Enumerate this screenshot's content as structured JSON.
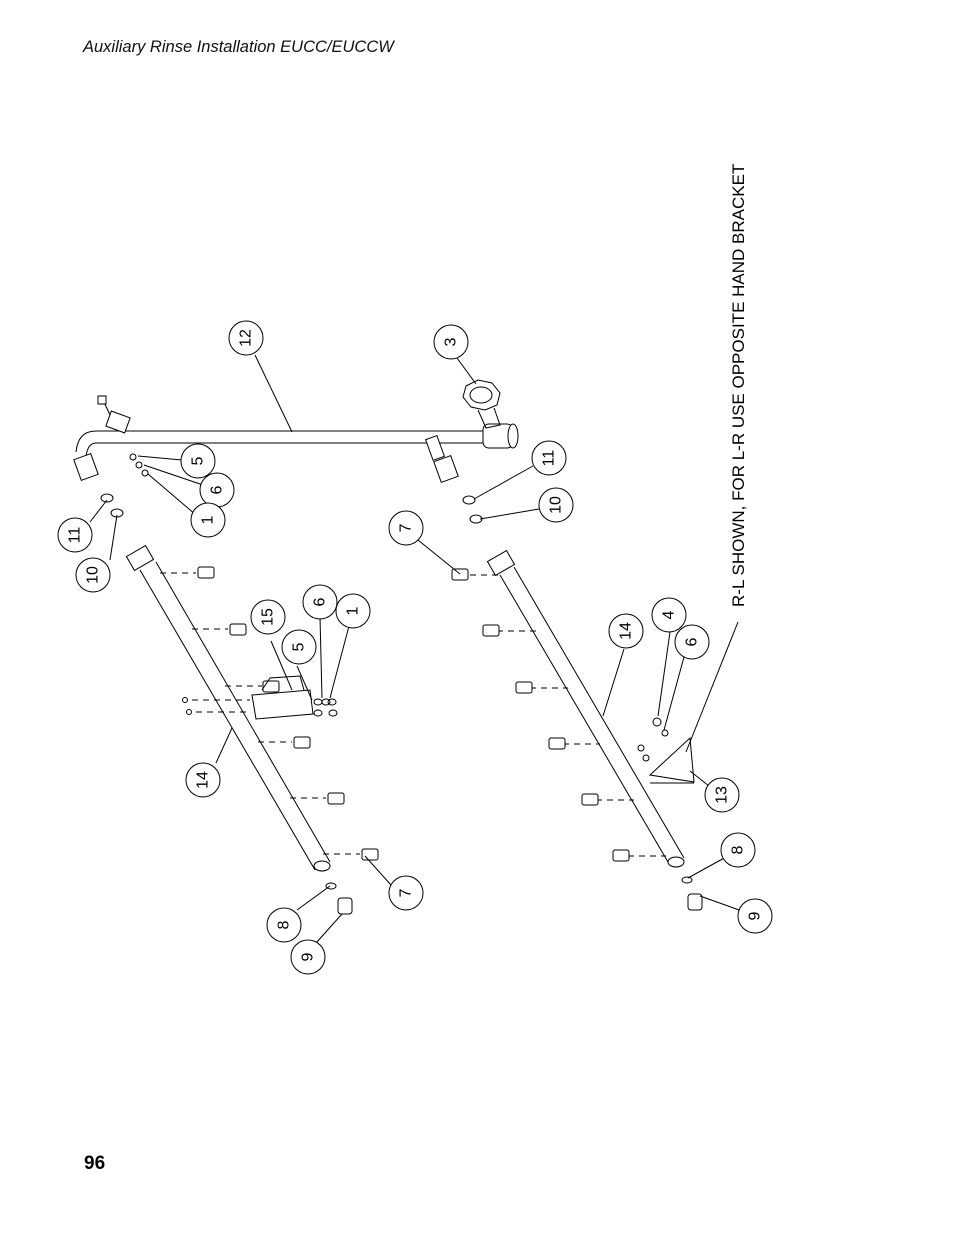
{
  "header": {
    "title": "Auxiliary Rinse Installation EUCC/EUCCW"
  },
  "footer": {
    "page_number": "96"
  },
  "diagram": {
    "note": "R-L SHOWN, FOR L-R USE OPPOSITE HAND BRACKET",
    "callouts": [
      {
        "label": "12"
      },
      {
        "label": "3"
      },
      {
        "label": "5"
      },
      {
        "label": "6"
      },
      {
        "label": "1"
      },
      {
        "label": "11"
      },
      {
        "label": "10"
      },
      {
        "label": "11"
      },
      {
        "label": "10"
      },
      {
        "label": "7"
      },
      {
        "label": "15"
      },
      {
        "label": "5"
      },
      {
        "label": "6"
      },
      {
        "label": "1"
      },
      {
        "label": "14"
      },
      {
        "label": "4"
      },
      {
        "label": "6"
      },
      {
        "label": "14"
      },
      {
        "label": "13"
      },
      {
        "label": "8"
      },
      {
        "label": "9"
      },
      {
        "label": "7"
      },
      {
        "label": "8"
      },
      {
        "label": "9"
      }
    ]
  }
}
